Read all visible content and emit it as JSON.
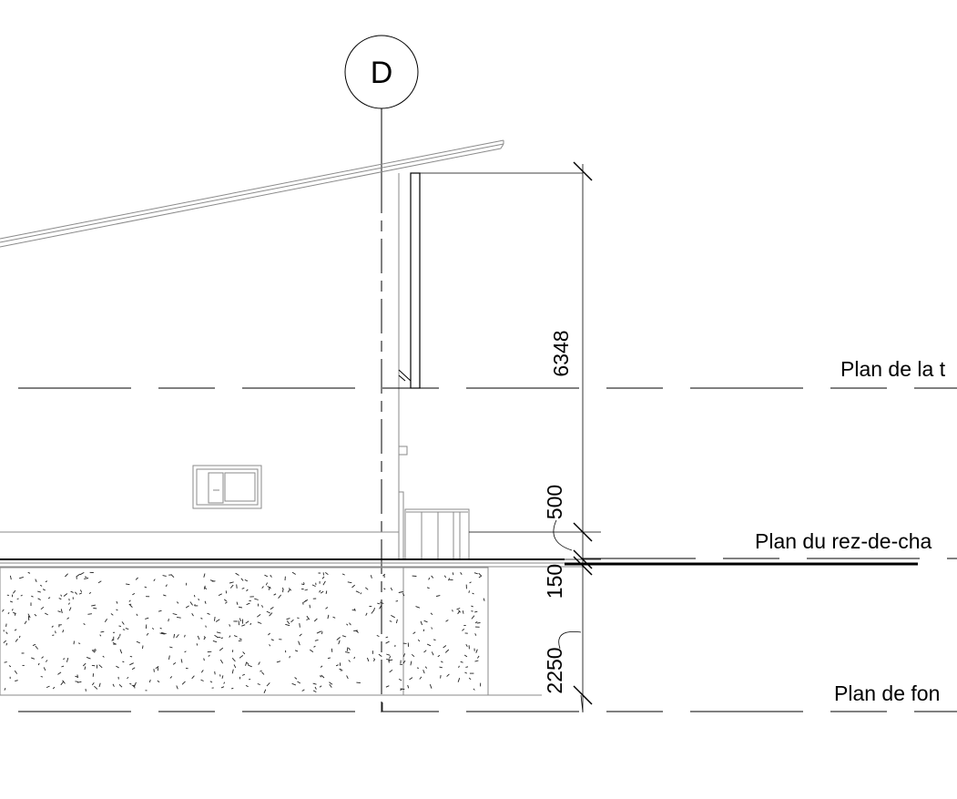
{
  "grid_bubble": {
    "label": "D"
  },
  "levels": [
    {
      "id": "roof",
      "name": "Plan de la t"
    },
    {
      "id": "ground",
      "name": "Plan du rez-de-cha"
    },
    {
      "id": "foundation",
      "name": "Plan de fon"
    }
  ],
  "dimensions": [
    {
      "id": "top",
      "value": "6348"
    },
    {
      "id": "mid",
      "value": "500"
    },
    {
      "id": "slab",
      "value": "150"
    },
    {
      "id": "found",
      "value": "2250"
    }
  ]
}
